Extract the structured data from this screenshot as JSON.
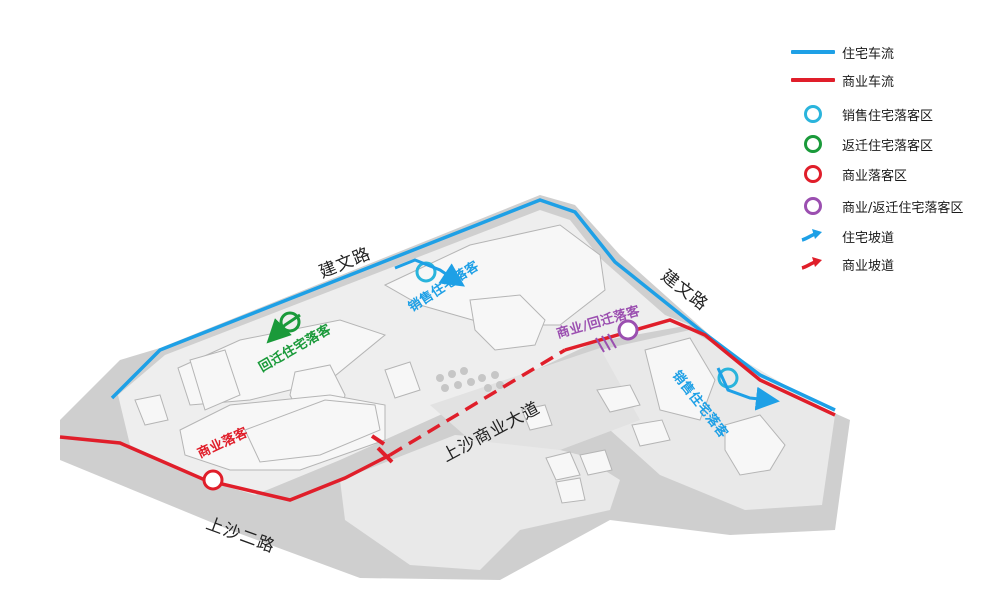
{
  "roads": {
    "jianwen_top": "建文路",
    "jianwen_right": "建文路",
    "shangsha_ave": "上沙商业大道",
    "shangsha_er": "上沙二路"
  },
  "zone_labels": {
    "sales_residential": "销售住宅落客",
    "relocation_residential": "回迁住宅落客",
    "commercial_relocation": "商业/回迁落客",
    "commercial": "商业落客",
    "sales_residential_east": "销售住宅落客"
  },
  "legend": {
    "items": [
      {
        "label": "住宅车流",
        "kind": "line",
        "color": "#1ea0e6"
      },
      {
        "label": "商业车流",
        "kind": "line",
        "color": "#e01e2a"
      },
      {
        "label": "销售住宅落客区",
        "kind": "ring",
        "color": "#2ab4dc"
      },
      {
        "label": "返迁住宅落客区",
        "kind": "ring",
        "color": "#1a9a3a"
      },
      {
        "label": "商业落客区",
        "kind": "ring",
        "color": "#e01e2a"
      },
      {
        "label": "商业/返迁住宅落客区",
        "kind": "ring",
        "color": "#9b4fb0"
      },
      {
        "label": "住宅坡道",
        "kind": "arrow",
        "color": "#1ea0e6"
      },
      {
        "label": "商业坡道",
        "kind": "arrow",
        "color": "#e01e2a"
      }
    ]
  },
  "colors": {
    "residential_flow": "#1ea0e6",
    "commercial_flow": "#e01e2a",
    "sales_drop": "#2ab4dc",
    "relocation_drop": "#1a9a3a",
    "commercial_drop": "#e01e2a",
    "mixed_drop": "#9b4fb0"
  }
}
